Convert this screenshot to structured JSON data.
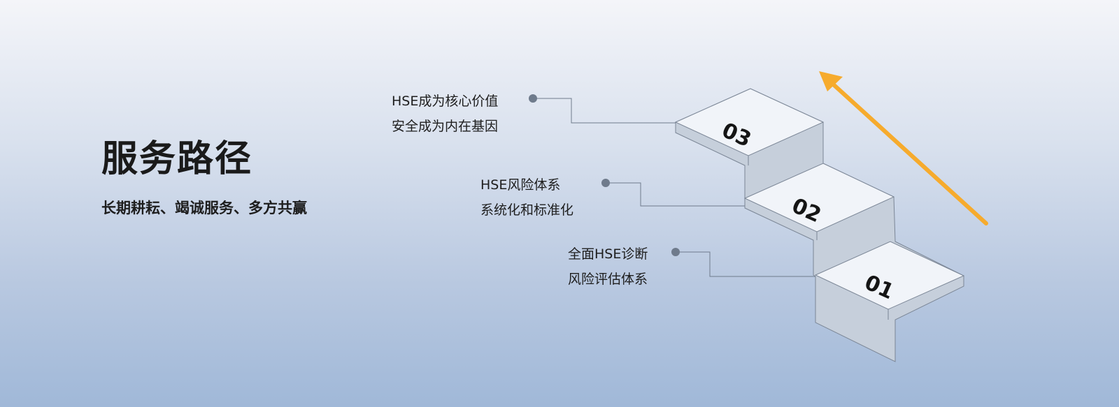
{
  "heading": {
    "title": "服务路径",
    "subtitle": "长期耕耘、竭诚服务、多方共赢"
  },
  "steps": [
    {
      "number": "01",
      "line1": "全面HSE诊断",
      "line2": "风险评估体系"
    },
    {
      "number": "02",
      "line1": "HSE风险体系",
      "line2": "系统化和标准化"
    },
    {
      "number": "03",
      "line1": "HSE成为核心价值",
      "line2": "安全成为内在基因"
    }
  ],
  "colors": {
    "arrow": "#f6ab2d",
    "step_top": "#f1f4f9",
    "step_side": "#c6cfdb",
    "step_edge": "#7b8696",
    "connector": "#6f7b8c",
    "dot": "#6f7b8c"
  }
}
